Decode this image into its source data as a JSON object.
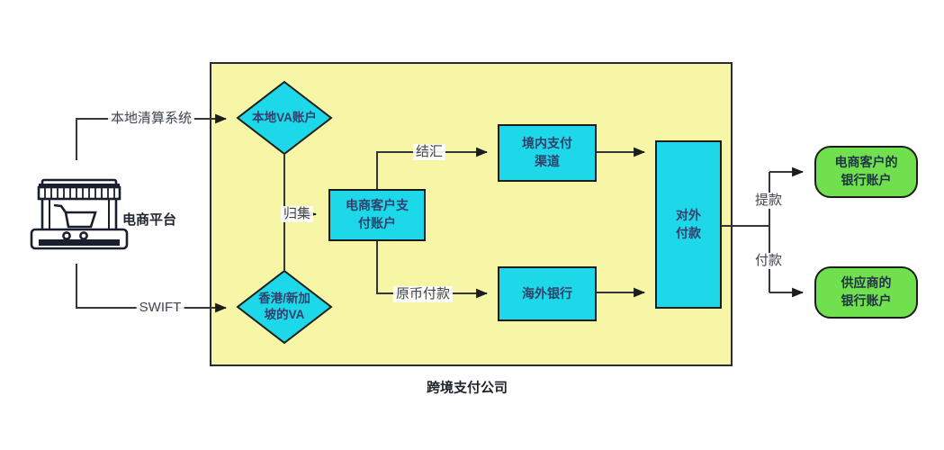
{
  "colors": {
    "background": "#ffffff",
    "panel_fill": "#F7F6A6",
    "panel_border": "#2B2B2B",
    "node_fill": "#1CD8E8",
    "node_border": "#1C1C1C",
    "node_text": "#33406B",
    "green_fill": "#71E04F",
    "green_text": "#213247",
    "line_color": "#33363A",
    "label_text": "#40464E",
    "title_text": "#1F232B"
  },
  "panel": {
    "title": "跨境支付公司"
  },
  "source": {
    "label": "电商平台",
    "icon": "storefront-laptop-icon"
  },
  "nodes": {
    "local_va": {
      "shape": "diamond",
      "lines": [
        "本地VA账户"
      ]
    },
    "hk_sg_va": {
      "shape": "diamond",
      "lines": [
        "香港/新加",
        "坡的VA"
      ]
    },
    "merchant_account": {
      "shape": "rect",
      "lines": [
        "电商客户支",
        "付账户"
      ]
    },
    "domestic_channel": {
      "shape": "rect",
      "lines": [
        "境内支付",
        "渠道"
      ]
    },
    "overseas_bank": {
      "shape": "rect",
      "lines": [
        "海外银行"
      ]
    },
    "outbound_payment": {
      "shape": "rect",
      "lines": [
        "对外",
        "付款"
      ]
    },
    "customer_bank": {
      "shape": "rounded",
      "lines": [
        "电商客户的",
        "银行账户"
      ]
    },
    "supplier_bank": {
      "shape": "rounded",
      "lines": [
        "供应商的",
        "银行账户"
      ]
    }
  },
  "edge_labels": {
    "local_clearing": "本地清算系统",
    "swift": "SWIFT",
    "collect": "归集",
    "fx_settlement": "结汇",
    "original_currency": "原币付款",
    "withdraw": "提款",
    "pay": "付款"
  }
}
